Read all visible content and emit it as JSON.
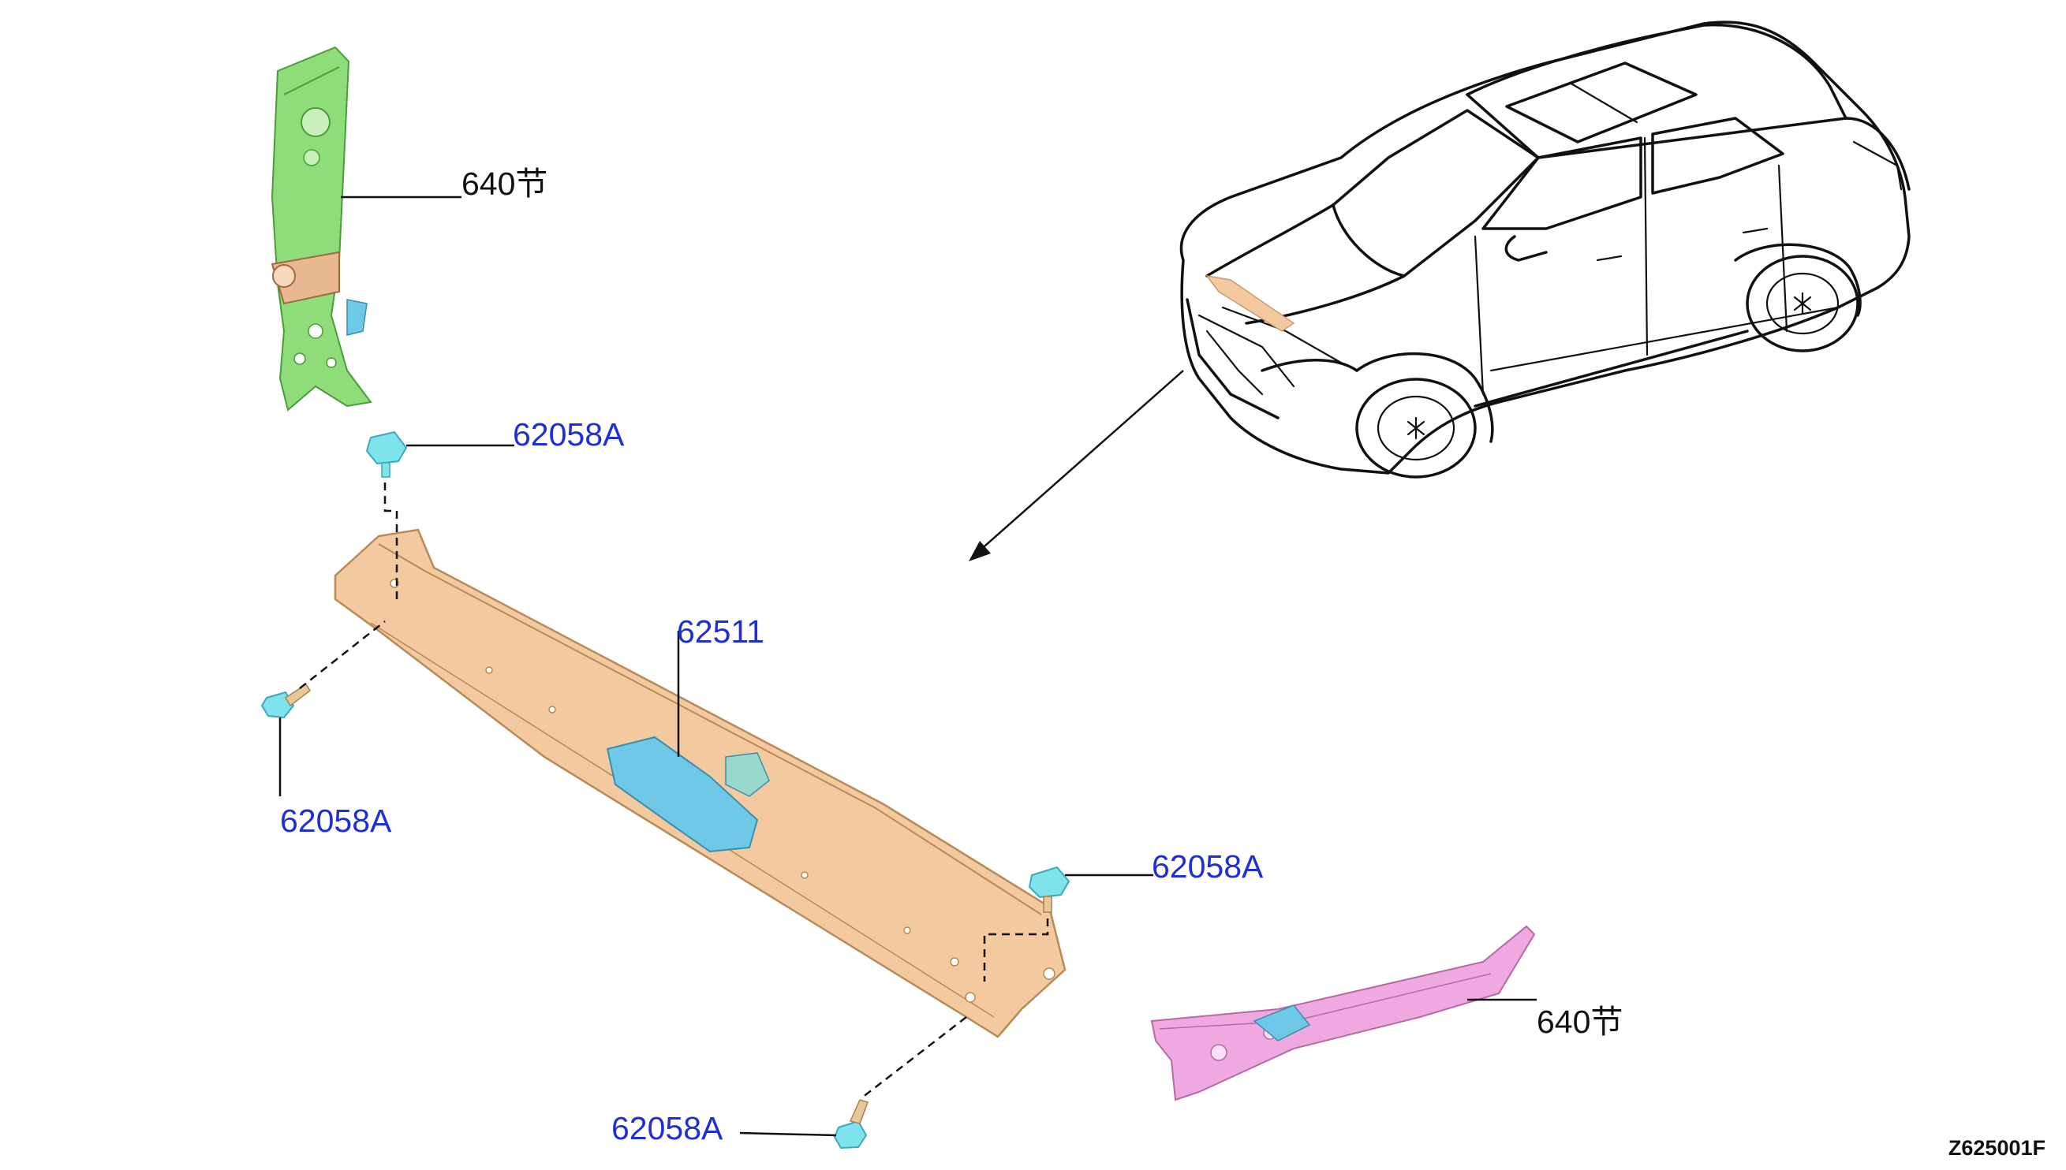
{
  "callouts": {
    "upper_bracket": "640节",
    "lower_bracket": "640节",
    "bolt_top": "62058A",
    "bolt_left": "62058A",
    "bolt_right": "62058A",
    "bolt_bottom": "62058A",
    "crossmember": "62511"
  },
  "diagram_code": "Z625001F",
  "colors": {
    "callout_part": "#1f2fd6",
    "upper_bracket": "#8fdc7a",
    "lower_bracket": "#f0a8e0",
    "crossmember": "#f3c9a0",
    "fastener": "#7fe3ee",
    "line": "#111111"
  }
}
